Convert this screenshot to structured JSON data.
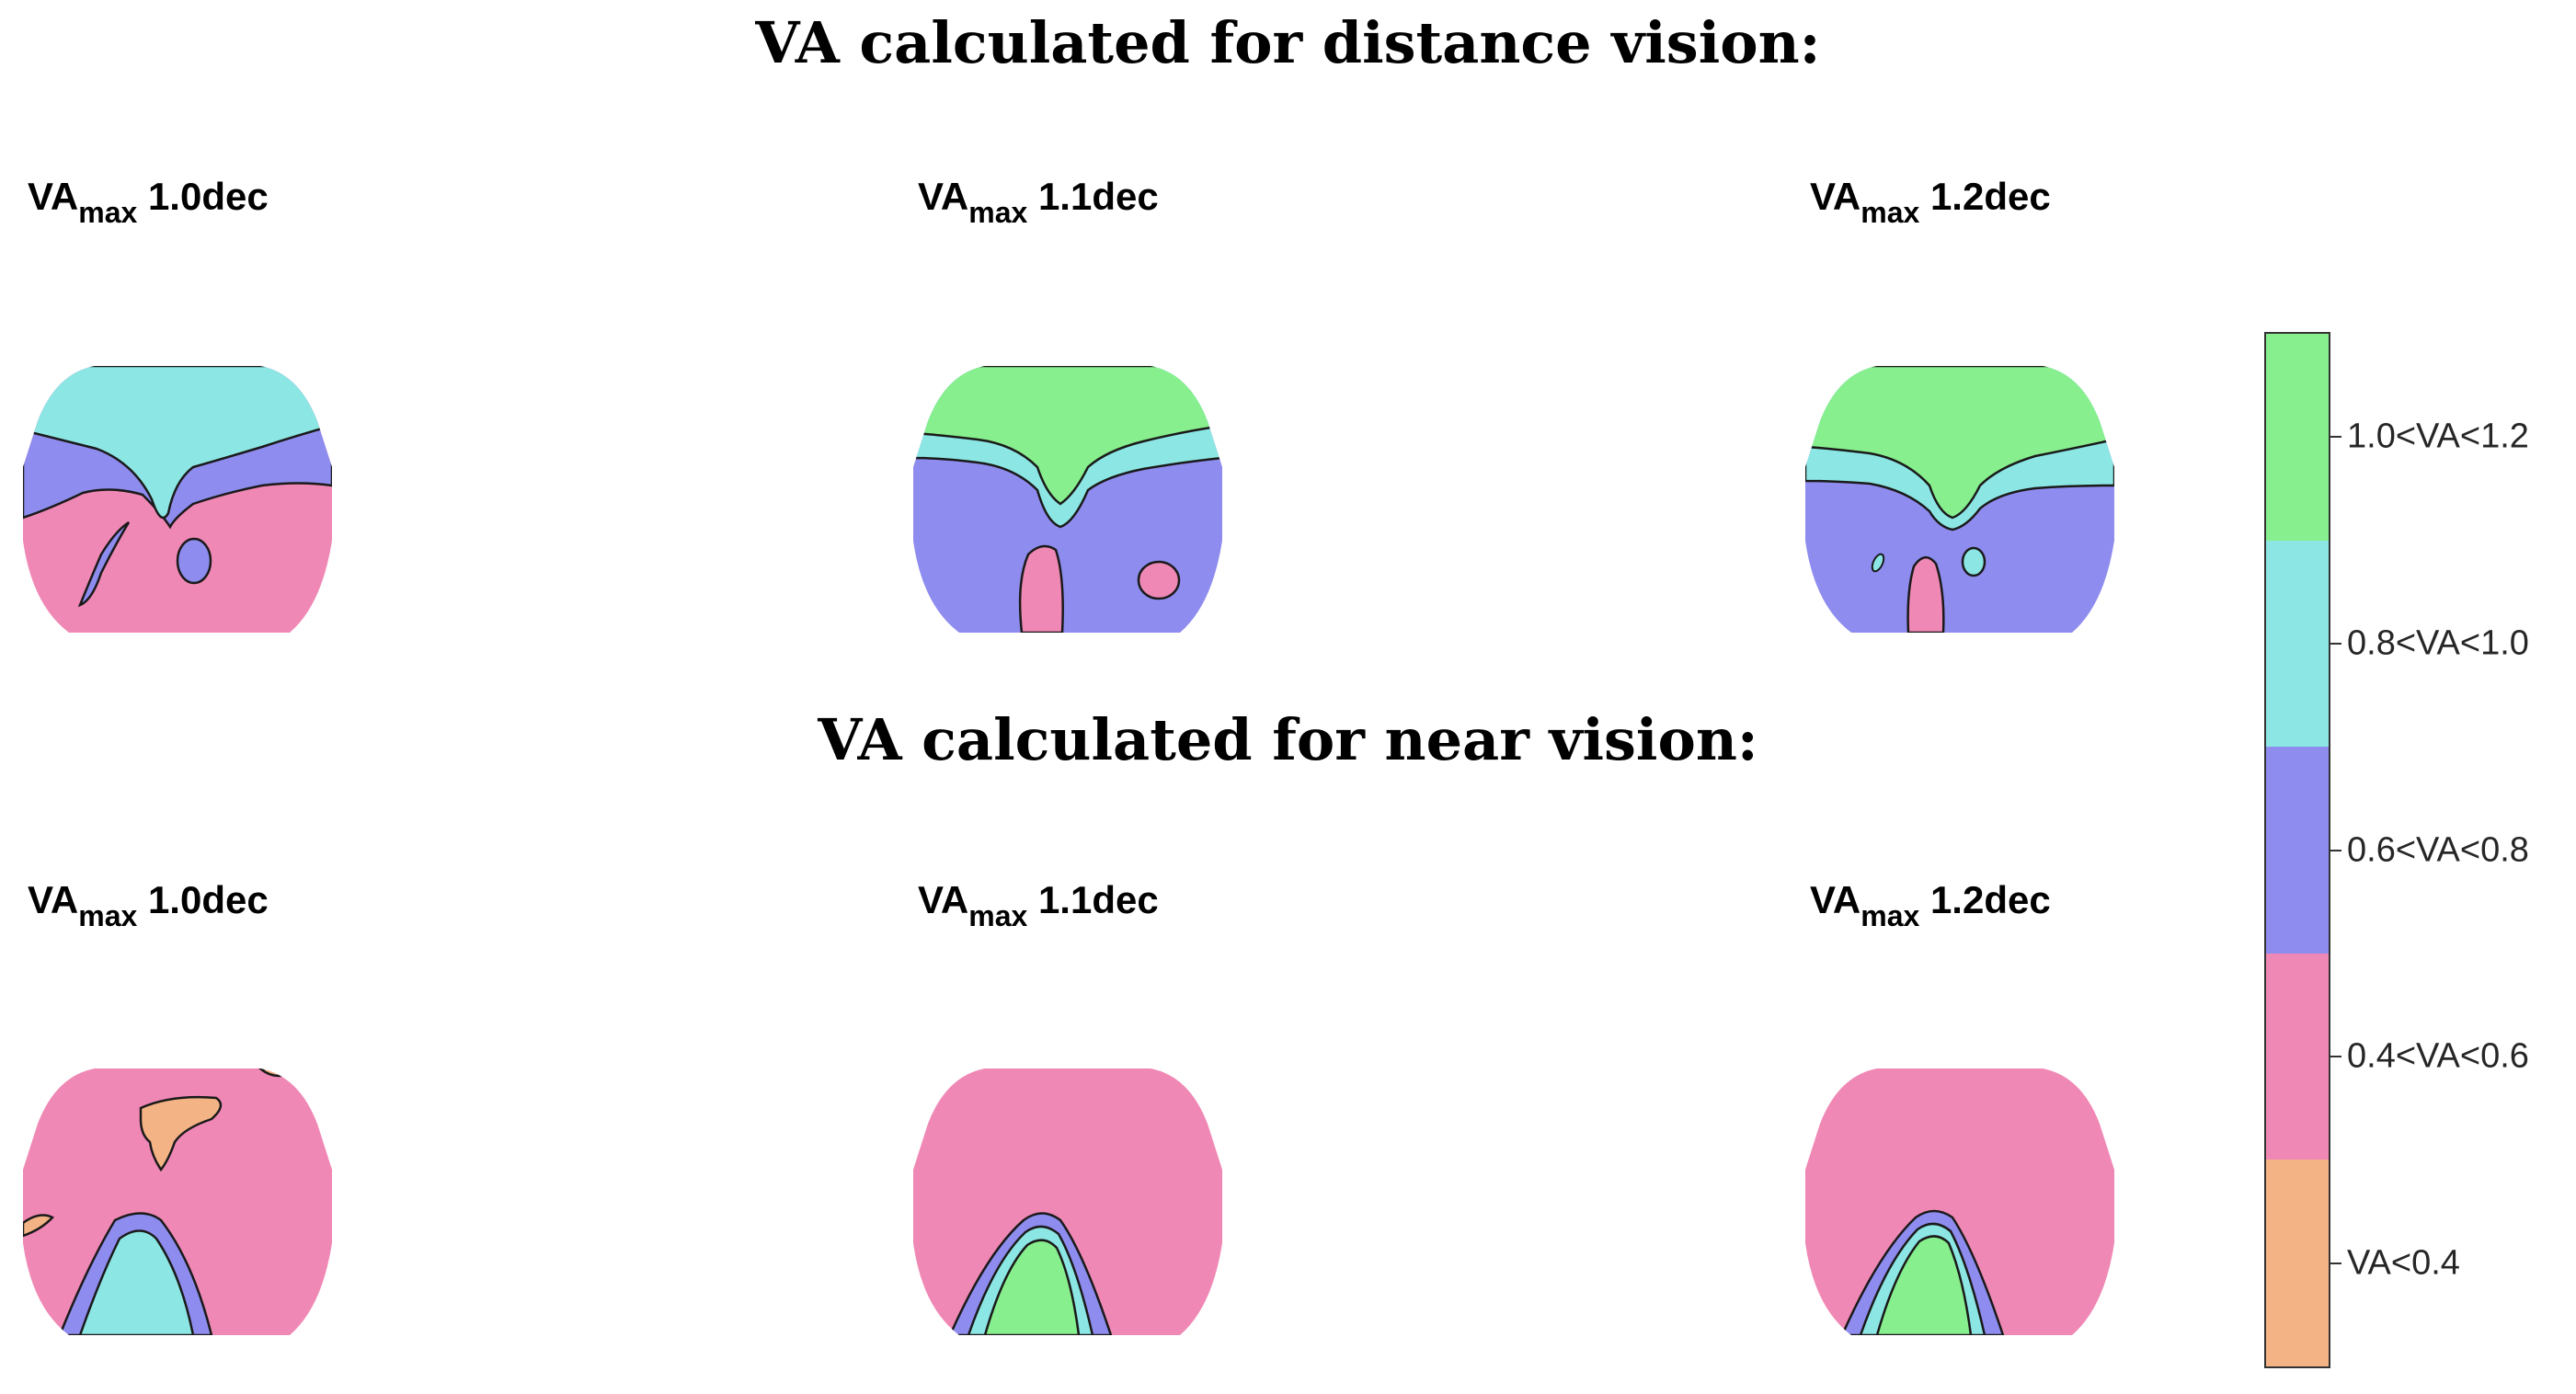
{
  "titles": {
    "distance": "VA calculated for distance vision:",
    "near": "VA calculated for near vision:"
  },
  "colors": {
    "ge1.0": "#87EF8D",
    "0.8-1.0": "#8CE6E3",
    "0.6-0.8": "#8E8CEE",
    "0.4-0.6": "#F088B5",
    "lt0.4": "#F3B385",
    "contour": "#1a1a1a"
  },
  "panels": [
    {
      "id": "d1",
      "row": "distance",
      "label_main": "VA",
      "label_sub": "max",
      "label_value": " 1.0dec"
    },
    {
      "id": "d2",
      "row": "distance",
      "label_main": "VA",
      "label_sub": "max",
      "label_value": " 1.1dec"
    },
    {
      "id": "d3",
      "row": "distance",
      "label_main": "VA",
      "label_sub": "max",
      "label_value": " 1.2dec"
    },
    {
      "id": "n1",
      "row": "near",
      "label_main": "VA",
      "label_sub": "max",
      "label_value": " 1.0dec"
    },
    {
      "id": "n2",
      "row": "near",
      "label_main": "VA",
      "label_sub": "max",
      "label_value": " 1.1dec"
    },
    {
      "id": "n3",
      "row": "near",
      "label_main": "VA",
      "label_sub": "max",
      "label_value": " 1.2dec"
    }
  ],
  "chart_data": {
    "type": "heatmap",
    "colorbar": {
      "classes": [
        {
          "label": "1.0<VA<1.2",
          "color": "#87EF8D"
        },
        {
          "label": "0.8<VA<1.0",
          "color": "#8CE6E3"
        },
        {
          "label": "0.6<VA<0.8",
          "color": "#8E8CEE"
        },
        {
          "label": "0.4<VA<0.6",
          "color": "#F088B5"
        },
        {
          "label": "VA<0.4",
          "color": "#F3B385"
        }
      ]
    }
  }
}
